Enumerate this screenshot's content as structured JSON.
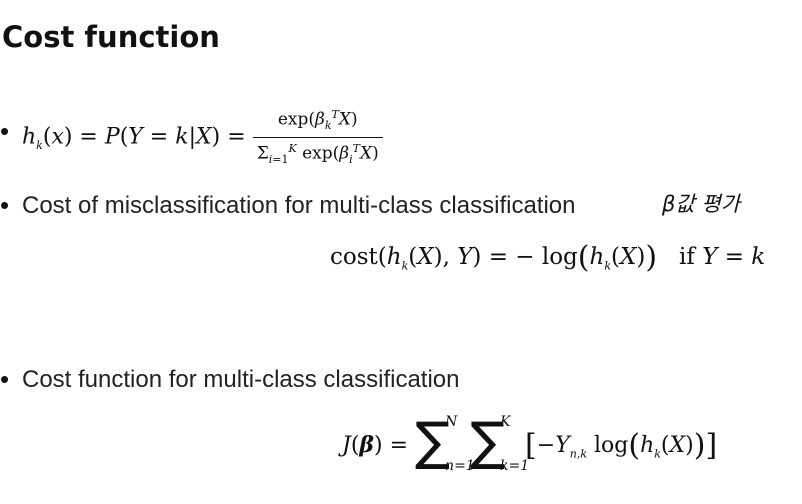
{
  "slide": {
    "title": "Cost function",
    "bullets": [
      {
        "text": ""
      },
      {
        "text": "Cost of misclassification for multi-class classification"
      },
      {
        "text": "Cost function for multi-class classification"
      }
    ],
    "handwritten_note": "β값 평가"
  },
  "equations": {
    "hypothesis": "h_k(x) = P(Y = k|X) = exp(β_k^T X) / Σ_{i=1}^{K} exp(β_i^T X)",
    "cost": "cost(h_k(X), Y) = − log(h_k(X))  if Y = k",
    "objective": "J(β) = Σ_{n=1}^{N} Σ_{k=1}^{K} [−Y_{n,k} log(h_k(X))]"
  }
}
